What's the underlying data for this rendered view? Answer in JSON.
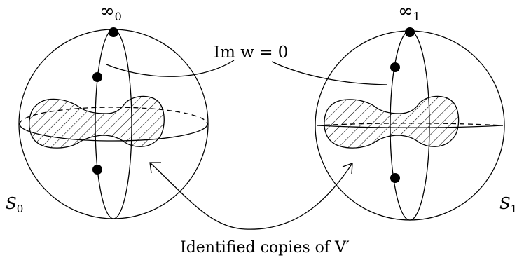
{
  "labels": {
    "infinity_0": "∞",
    "infinity_0_sub": "0",
    "infinity_1": "∞",
    "infinity_1_sub": "1",
    "im_w": "Im w = 0",
    "s0": "S",
    "s0_sub": "0",
    "s1": "S",
    "s1_sub": "1",
    "caption": "Identified copies of V′"
  }
}
